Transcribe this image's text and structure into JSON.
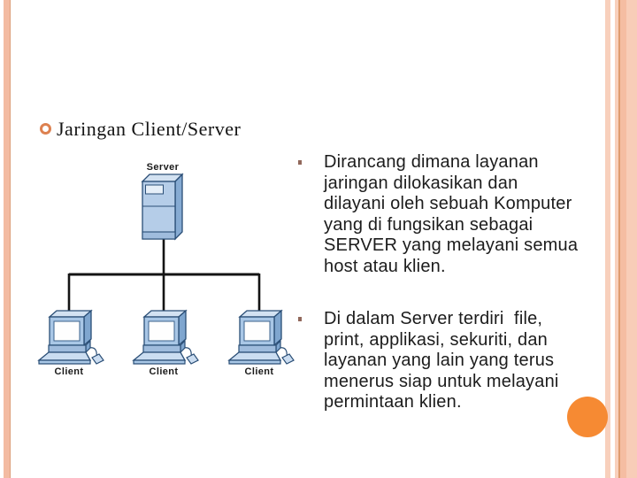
{
  "slide": {
    "title": "Jaringan Client/Server"
  },
  "diagram": {
    "server_label": "Server",
    "client_labels": [
      "Client",
      "Client",
      "Client"
    ]
  },
  "bullets": [
    {
      "lines": [
        "Dirancang dimana layanan",
        "jaringan dilokasikan dan",
        "dilayani oleh sebuah Komputer",
        "yang di fungsikan sebagai",
        "SERVER yang melayani semua",
        "host atau klien."
      ]
    },
    {
      "lines": [
        "Di dalam Server terdiri  file,",
        "print, applikasi, sekuriti, dan",
        "layanan yang lain yang terus",
        "menerus siap untuk melayani",
        "permintaan klien."
      ]
    }
  ],
  "colors": {
    "accent_stripe_salmon": "#F5BDA2",
    "accent_stripe_dark": "#DF9B6E",
    "title_bullet_ring": "#DD8150",
    "decorative_circle_orange": "#F68A33",
    "list_bullet_dot": "#91685B",
    "diagram_outline_navy": "#2A4E76",
    "diagram_face_blue": "#A9C7E6",
    "network_line_black": "#141414"
  }
}
